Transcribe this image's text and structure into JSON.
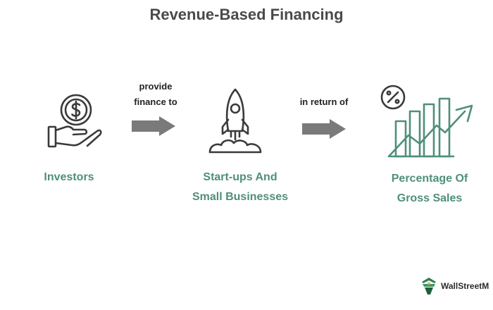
{
  "title": "Revenue-Based Financing",
  "nodes": [
    {
      "icon": "hand-holding-dollar-coin-icon",
      "label_lines": [
        "Investors"
      ]
    },
    {
      "icon": "rocket-launch-icon",
      "label_lines": [
        "Start-ups And",
        "Small Businesses"
      ]
    },
    {
      "icon": "percentage-growth-chart-icon",
      "label_lines": [
        "Percentage Of",
        "Gross Sales"
      ]
    }
  ],
  "connectors": [
    {
      "label_lines": [
        "provide",
        "finance to"
      ],
      "icon": "right-arrow-icon"
    },
    {
      "label_lines": [
        "in return of"
      ],
      "icon": "right-arrow-icon"
    }
  ],
  "watermark": {
    "text": "WallStreetM",
    "icon": "wallstreetmojo-logo-icon"
  },
  "colors": {
    "label_green": "#4f8f78",
    "arrow_gray": "#7a7a7a",
    "icon_stroke": "#3a3a3a",
    "chart_green": "#4f8f78"
  }
}
